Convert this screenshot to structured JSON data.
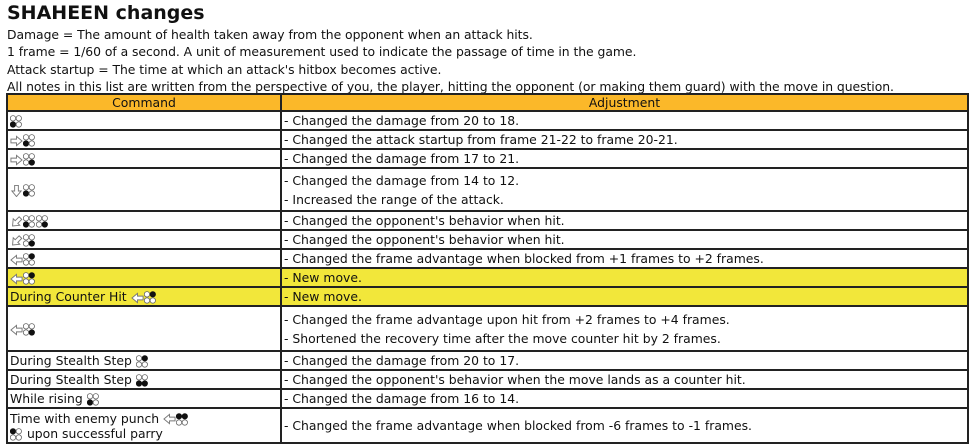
{
  "title": "SHAHEEN changes",
  "notes": [
    "Damage = The amount of health taken away from the opponent when an attack hits.",
    "1 frame = 1/60 of a second. A unit of measurement used to indicate the passage of time in the game.",
    "Attack startup = The time at which an attack's hitbox becomes active.",
    "All notes in this list are written from the perspective of you, the player, hitting the opponent (or making them guard) with the move in question."
  ],
  "table": {
    "headers": {
      "command": "Command",
      "adjustment": "Adjustment"
    },
    "highlight_color": "#F2E73A",
    "header_color": "#FBB829",
    "rows": [
      {
        "command": [
          {
            "buttons": [
              3
            ]
          }
        ],
        "adjustments": [
          "- Changed the damage from 20 to 18."
        ]
      },
      {
        "command": [
          {
            "arrow": "right"
          },
          {
            "buttons": [
              3
            ]
          }
        ],
        "adjustments": [
          "- Changed the attack startup from frame 21-22 to frame 20-21."
        ]
      },
      {
        "command": [
          {
            "arrow": "right"
          },
          {
            "buttons": [
              4
            ]
          }
        ],
        "adjustments": [
          "- Changed the damage from 17 to 21."
        ]
      },
      {
        "command": [
          {
            "arrow": "down"
          },
          {
            "buttons": [
              3
            ]
          }
        ],
        "adjustments": [
          "- Changed the damage from 14 to 12.",
          "- Increased the range of the attack."
        ]
      },
      {
        "command": [
          {
            "arrow": "down-left"
          },
          {
            "buttons": [
              3
            ]
          },
          {
            "buttons": [
              4
            ]
          }
        ],
        "adjustments": [
          "- Changed the opponent's behavior when hit."
        ]
      },
      {
        "command": [
          {
            "arrow": "down-left"
          },
          {
            "buttons": [
              4
            ]
          }
        ],
        "adjustments": [
          "- Changed the opponent's behavior when hit."
        ]
      },
      {
        "command": [
          {
            "arrow": "left"
          },
          {
            "buttons": [
              2
            ]
          }
        ],
        "adjustments": [
          "- Changed the frame advantage when blocked from +1 frames to +2 frames."
        ]
      },
      {
        "highlight": true,
        "command": [
          {
            "arrow": "left"
          },
          {
            "buttons": [
              2
            ]
          }
        ],
        "adjustments": [
          "- New move."
        ]
      },
      {
        "highlight": true,
        "command": [
          {
            "text": "During Counter Hit "
          },
          {
            "arrow": "left"
          },
          {
            "buttons": [
              2
            ]
          }
        ],
        "adjustments": [
          "- New move."
        ]
      },
      {
        "command": [
          {
            "arrow": "left"
          },
          {
            "buttons": [
              4
            ]
          }
        ],
        "adjustments": [
          "- Changed the frame advantage upon hit from +2 frames to +4 frames.",
          "- Shortened the recovery time after the move counter hit by 2 frames."
        ]
      },
      {
        "command": [
          {
            "text": "During Stealth Step "
          },
          {
            "buttons": [
              2
            ]
          }
        ],
        "adjustments": [
          "- Changed the damage from 20 to 17."
        ]
      },
      {
        "command": [
          {
            "text": "During Stealth Step "
          },
          {
            "buttons": [
              3,
              4
            ]
          }
        ],
        "adjustments": [
          "- Changed the opponent's behavior when the move lands as a counter hit."
        ]
      },
      {
        "command": [
          {
            "text": "While rising "
          },
          {
            "buttons": [
              3
            ]
          }
        ],
        "adjustments": [
          "- Changed the damage from 16 to 14."
        ]
      },
      {
        "command": [
          {
            "text": "Time with enemy punch "
          },
          {
            "arrow": "left"
          },
          {
            "buttons": [
              1,
              2
            ]
          },
          {
            "br": true
          },
          {
            "buttons": [
              1
            ]
          },
          {
            "text": " upon successful parry"
          }
        ],
        "adjustments": [
          "- Changed the frame advantage when blocked from -6 frames to -1 frames."
        ]
      }
    ]
  }
}
